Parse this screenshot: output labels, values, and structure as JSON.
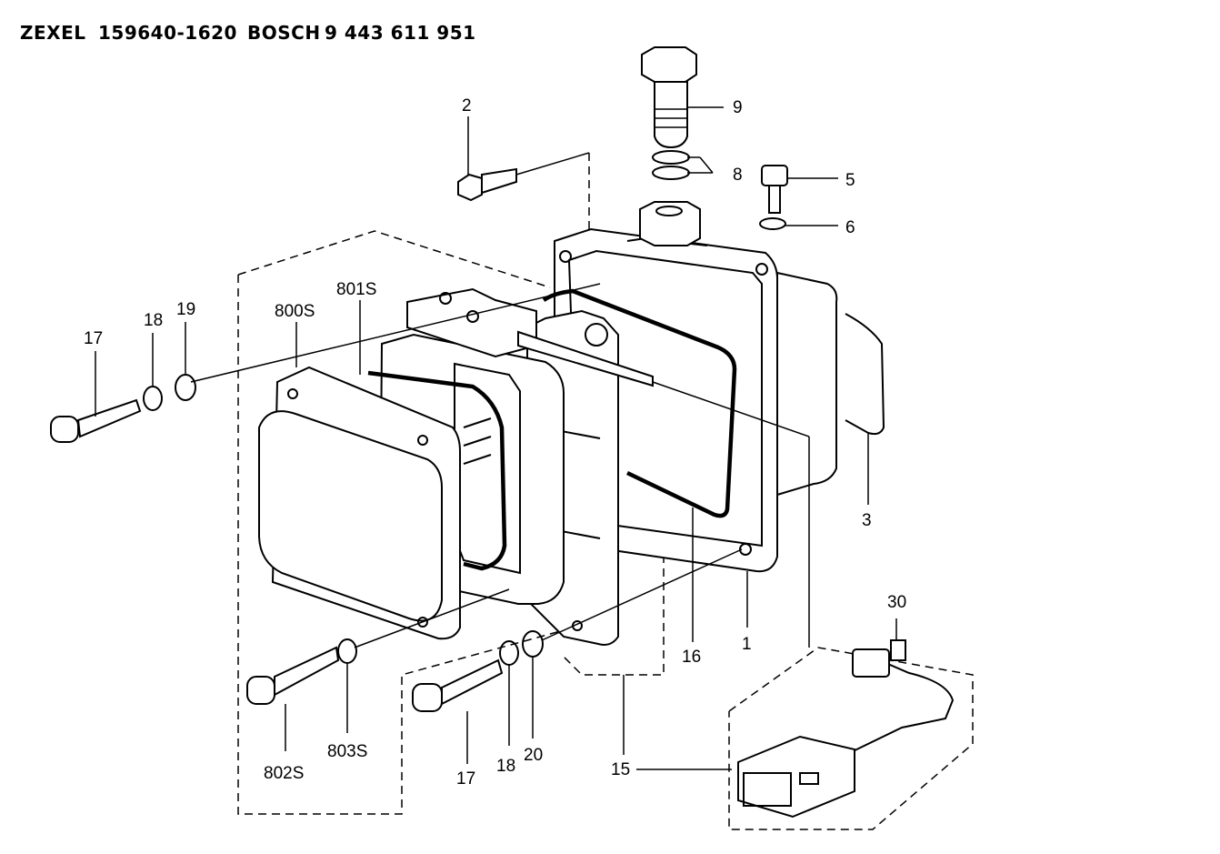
{
  "header": {
    "brand1": "ZEXEL",
    "part1": "159640-1620",
    "brand2": "BOSCH",
    "part2": "9 443 611 951"
  },
  "callouts": {
    "c1": "1",
    "c2": "2",
    "c3": "3",
    "c5": "5",
    "c6": "6",
    "c8": "8",
    "c9": "9",
    "c15": "15",
    "c16": "16",
    "c17a": "17",
    "c17b": "17",
    "c18a": "18",
    "c18b": "18",
    "c19": "19",
    "c20": "20",
    "c30": "30",
    "c800S": "800S",
    "c801S": "801S",
    "c802S": "802S",
    "c803S": "803S"
  }
}
